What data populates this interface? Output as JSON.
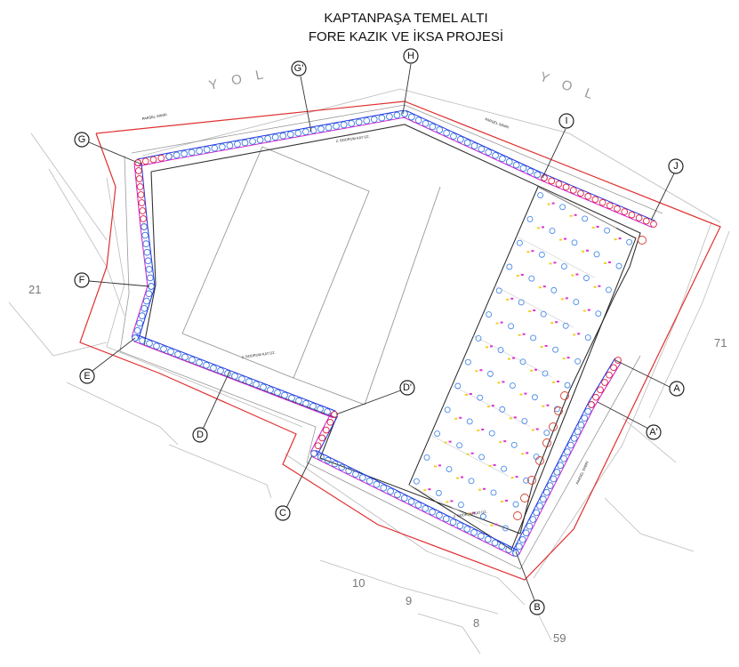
{
  "title": {
    "line1": "KAPTANPAŞA TEMEL ALTI",
    "line2": "FORE KAZIK VE İKSA PROJESİ"
  },
  "roads": [
    {
      "label": "Y O L"
    },
    {
      "label": "Y O L"
    }
  ],
  "parcels": [
    "21",
    "71",
    "10",
    "9",
    "8",
    "59"
  ],
  "section_markers": [
    "G",
    "G'",
    "H",
    "I",
    "J",
    "F",
    "E",
    "D",
    "D'",
    "C",
    "B",
    "A",
    "A'"
  ],
  "annotations": {
    "parcel_boundary": "PARSEL SINIRI",
    "basement_level": "2. BODRUM KAT ÜZ."
  },
  "colors": {
    "boundary": "#e03030",
    "pile_blue": "#3a78e0",
    "pile_red": "#e02040",
    "wall_magenta": "#d020d0",
    "wall_blue": "#2030e0"
  }
}
